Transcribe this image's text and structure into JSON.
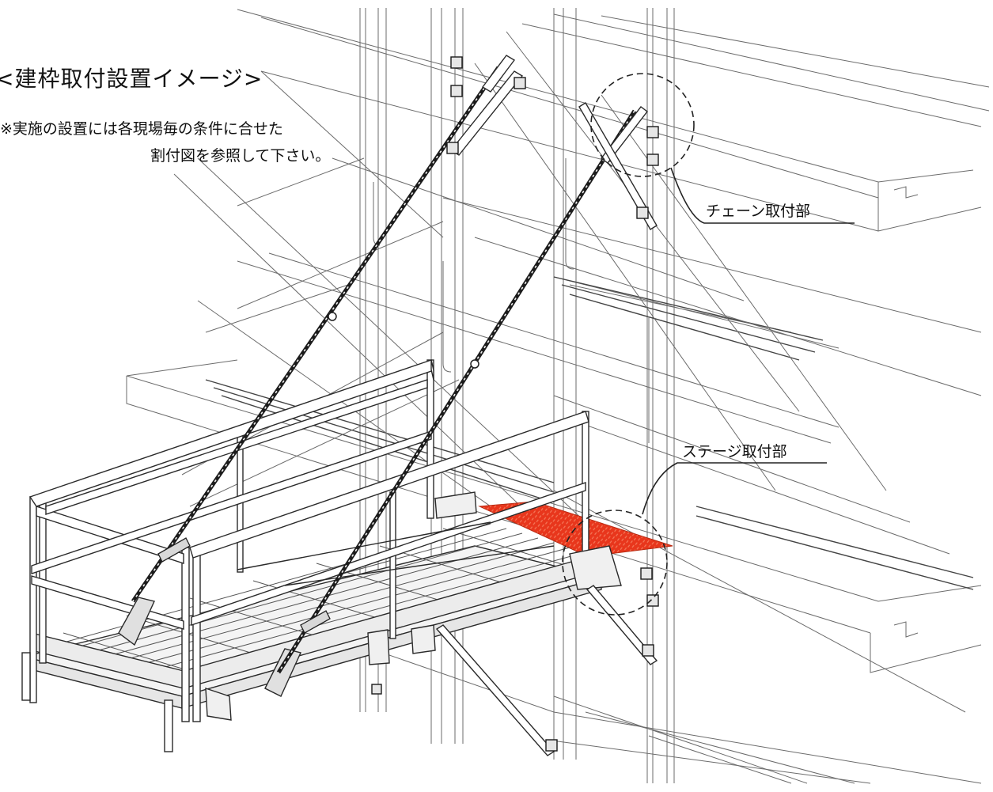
{
  "heading": {
    "title": "<建枠取付設置イメージ>",
    "note_line1": "※実施の設置には各現場毎の条件に合せた",
    "note_line2": "割付図を参照して下さい。"
  },
  "callouts": {
    "chain": "チェーン取付部",
    "stage": "ステージ取付部"
  },
  "colors": {
    "line": "#555555",
    "frame_fill": "#ffffff",
    "plate": "#e8361c",
    "chain": "#1c1c1c"
  },
  "icons": [
    "chain-icon",
    "clamp-icon",
    "diamond-plate"
  ]
}
